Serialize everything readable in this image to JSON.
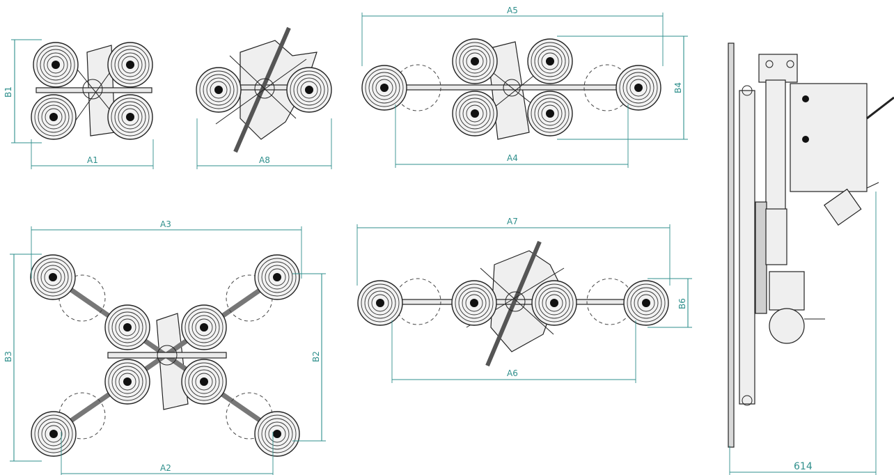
{
  "dimensions": {
    "A1": "A1",
    "A2": "A2",
    "A3": "A3",
    "A4": "A4",
    "A5": "A5",
    "A6": "A6",
    "A7": "A7",
    "A8": "A8",
    "B1": "B1",
    "B2": "B2",
    "B3": "B3",
    "B4": "B4",
    "B6": "B6",
    "side_width": "614"
  },
  "colors": {
    "dimension": "#2f8f8c",
    "linework": "#222222",
    "background": "#ffffff"
  }
}
